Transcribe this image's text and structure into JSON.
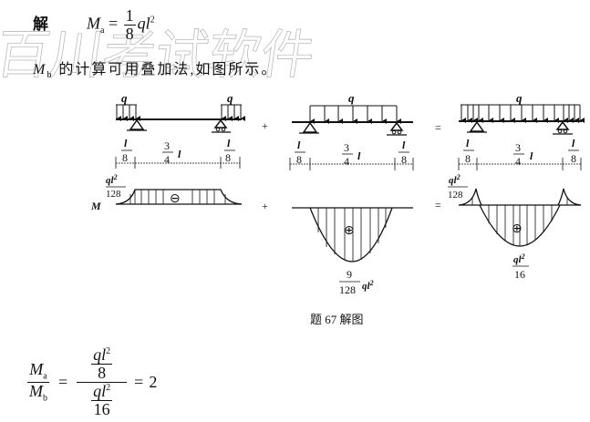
{
  "watermark": "百川考试软件",
  "solution": {
    "label": "解",
    "ma_lhs": "M",
    "ma_sub": "a",
    "eq": "=",
    "ma_frac_num": "1",
    "ma_frac_den": "8",
    "ma_rhs": "ql",
    "ma_rhs_sup": "2",
    "mb_symbol": "M",
    "mb_sub": "b",
    "mb_text": " 的计算可用叠加法,如图所示。"
  },
  "diagram": {
    "load_label": "q",
    "len_l": "l",
    "len_8": "8",
    "len_3": "3",
    "len_4": "4",
    "plus": "+",
    "equals": "=",
    "m_label": "M",
    "ql2": "ql",
    "sup2": "2",
    "den_128": "128",
    "num_9": "9",
    "den_16": "16",
    "minus_sign": "⊖",
    "plus_sign": "⊕"
  },
  "caption": "题 67 解图",
  "final": {
    "lhs_num": "M",
    "lhs_num_sub": "a",
    "lhs_den": "M",
    "lhs_den_sub": "b",
    "eq1": "=",
    "num_top": "ql",
    "num_sup": "2",
    "num_bottom": "8",
    "den_top": "ql",
    "den_sup": "2",
    "den_bottom": "16",
    "eq2": "=",
    "result": "2"
  }
}
